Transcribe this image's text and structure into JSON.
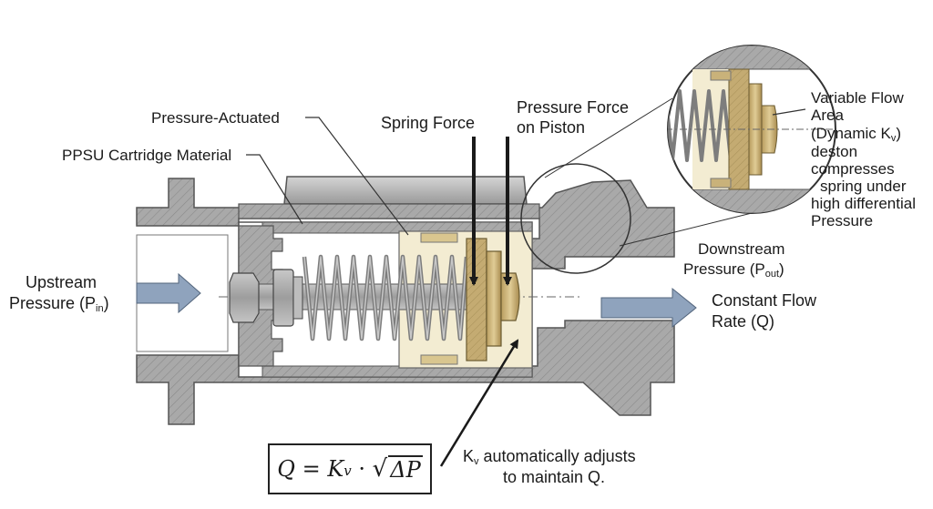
{
  "labels": {
    "pressure_actuated": "Pressure-Actuated",
    "ppsu_material": "PPSU Cartridge Material",
    "spring_force": "Spring Force",
    "pressure_force_line1": "Pressure Force",
    "pressure_force_line2": "on Piston",
    "variable_flow_line1": "Variable Flow",
    "variable_flow_line2": "Area",
    "variable_flow_line3_prefix": "(Dynamic K",
    "variable_flow_line3_sub": "v",
    "variable_flow_line3_suffix": ")",
    "variable_flow_line4": "deston",
    "variable_flow_line5": "compresses",
    "variable_flow_line6": "spring under",
    "variable_flow_line7": "high differential",
    "variable_flow_line8": "Pressure",
    "downstream_line1": "Downstream",
    "downstream_line2_prefix": "Pressure (P",
    "downstream_line2_sub": "out",
    "downstream_line2_suffix": ")",
    "upstream_line1": "Upstream",
    "upstream_line2_prefix": "Pressure (P",
    "upstream_line2_sub": "in",
    "upstream_line2_suffix": ")",
    "constant_flow_line1": "Constant Flow",
    "constant_flow_line2": "Rate (Q)",
    "kv_line1_prefix": "K",
    "kv_line1_sub": "v",
    "kv_line1_suffix": " automatically adjusts",
    "kv_line2": "to maintain Q."
  },
  "formula": {
    "lhs": "Q",
    "eq": " = ",
    "k": "K",
    "k_sub": "v",
    "dot": " · ",
    "radical": "√",
    "radicand": "ΔP"
  },
  "colors": {
    "body_metal": "#a3a3a3",
    "cartridge": "#f3ecd2",
    "piston": "#c9b27a",
    "spring": "#7d7d7d",
    "flow_arrow": "#8fa3bd"
  }
}
